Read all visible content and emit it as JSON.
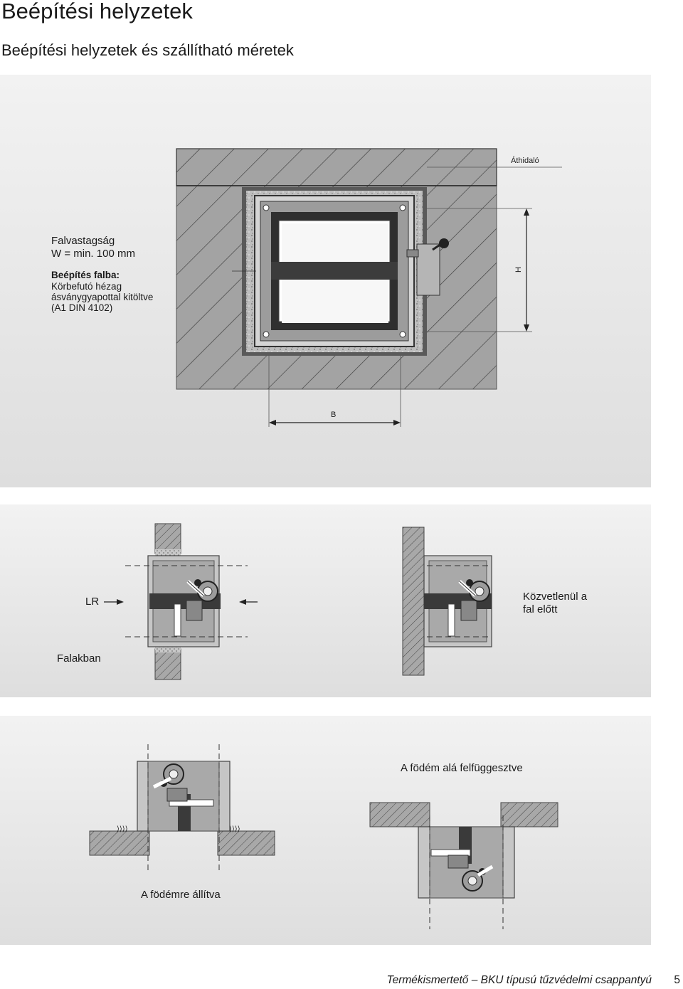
{
  "header": {
    "title": "Beépítési helyzetek",
    "subtitle": "Beépítési helyzetek és szállítható méretek"
  },
  "panel_wall": {
    "label_lintel": "Áthidaló",
    "label_wall_thickness_1": "Falvastagság",
    "label_wall_thickness_2": "W = min. 100 mm",
    "label_install_heading": "Beépítés falba:",
    "label_install_line1": "Körbefutó hézag",
    "label_install_line2": "ásványgyapottal kitöltve",
    "label_install_line3": "(A1 DIN 4102)",
    "dim_height": "H",
    "dim_width": "B"
  },
  "panel_wall_positions": {
    "label_lr": "LR",
    "label_in_wall": "Falakban",
    "label_front_1": "Közvetlenül a",
    "label_front_2": "fal előtt"
  },
  "panel_floor_positions": {
    "label_on_floor": "A födémre állítva",
    "label_under_floor": "A födém alá felfüggesztve"
  },
  "footer": {
    "title": "Termékismertető – BKU típusú tűzvédelmi csappantyú",
    "page_number": "5"
  },
  "colors": {
    "panel_background": "#e6e6e6",
    "wall_fill": "#9a9a9a",
    "frame_dark": "#3a3a3a",
    "casing_light": "#c8c8c8"
  }
}
